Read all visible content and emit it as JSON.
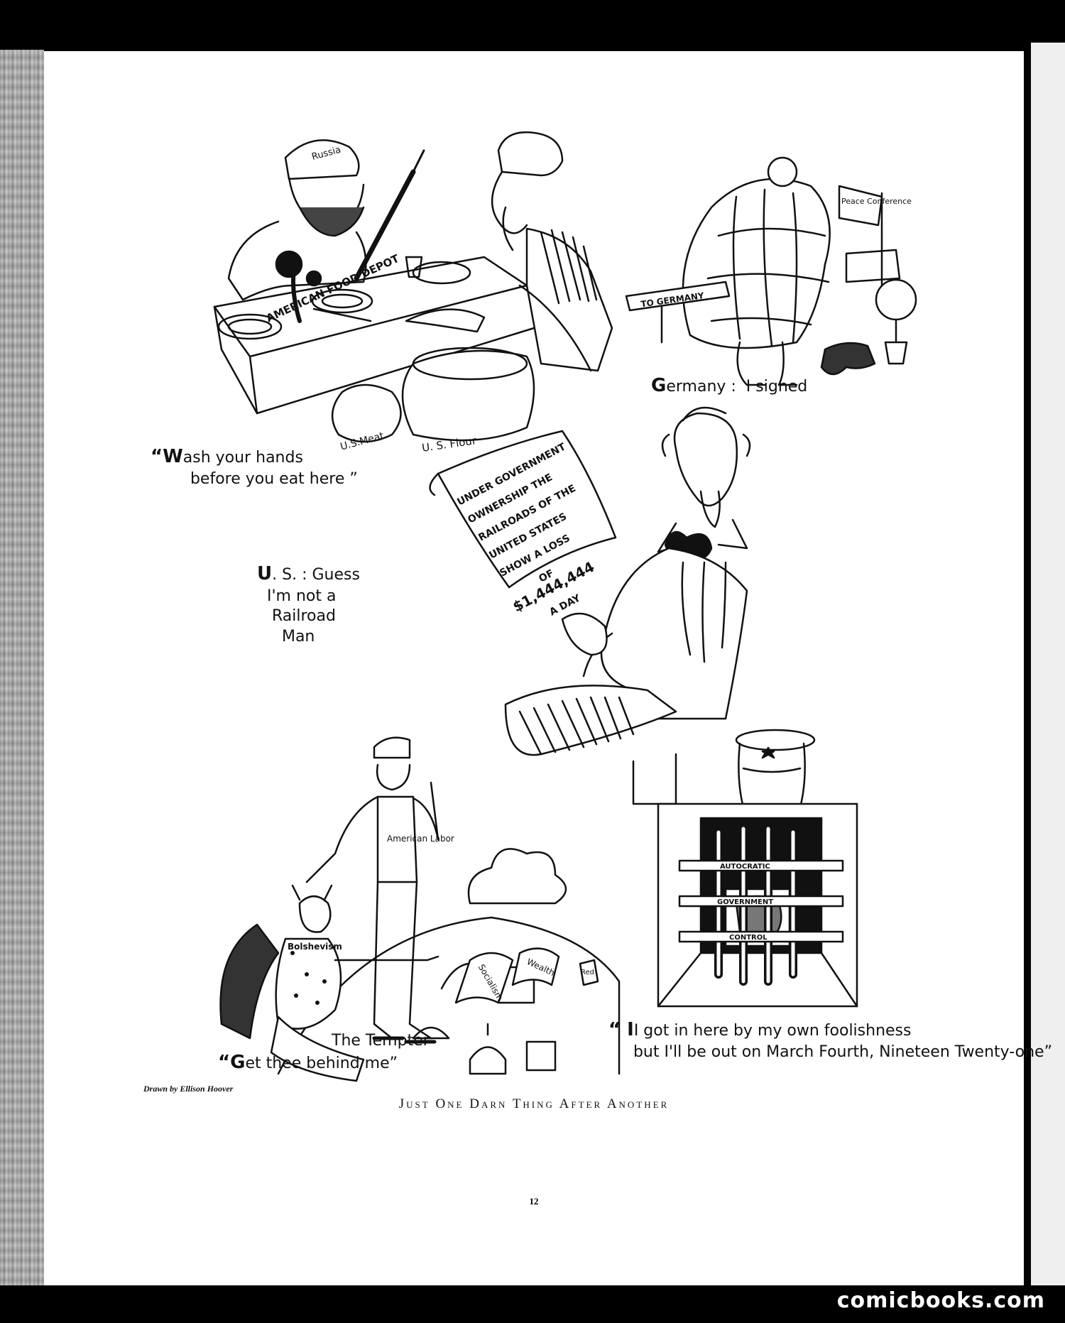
{
  "captions": {
    "wash_lead": "“W",
    "wash": "ash your hands\n        before you eat here ”",
    "germany_lead": "G",
    "germany": "ermany :  I signed",
    "us_lead": "U",
    "us": ". S. : Guess\n  I'm not a\n   Railroad\n     Man",
    "tempter": "The Tempter",
    "get_lead": "“G",
    "get": "et thee behind me”",
    "got_lead": "“ I",
    "got": "I got in here by my own foolishness\n     but I'll be out on March Fourth, Nineteen Twenty-one”"
  },
  "labels": {
    "russia": "Russia",
    "food_depot": "AMERICAN FOOD DEPOT",
    "us_meat": "U.S.Meat",
    "us_flour": "U. S. Flour",
    "to_germany": "TO GERMANY",
    "peace_conference": "Peace Conference",
    "newspaper": [
      "UNDER GOVERNMENT",
      "OWNERSHIP THE",
      "RAILROADS OF THE",
      "UNITED STATES",
      "SHOW A LOSS",
      "OF",
      "$1,444,444",
      "A DAY"
    ],
    "american_labor": "American Labor",
    "bolshevism": "Bolshevism",
    "socialism": "Socialism",
    "wealth": "Wealth",
    "red": "Red",
    "bars": [
      "AUTOCRATIC",
      "GOVERNMENT",
      "CONTROL"
    ]
  },
  "credit": "Drawn by Ellison Hoover",
  "title": "Just One Darn Thing After Another",
  "page_number": "12",
  "watermark": "comicbooks.com"
}
